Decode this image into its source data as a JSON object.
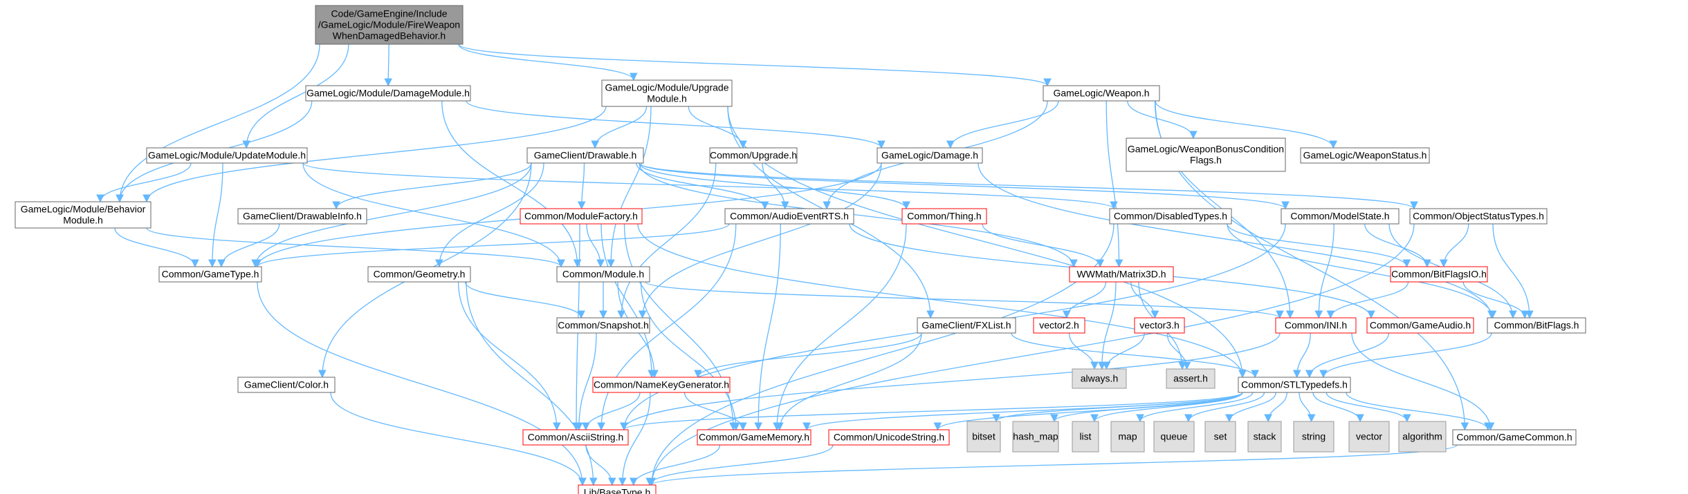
{
  "colors": {
    "edge": "#63b8ff",
    "node_fill": "#ffffff",
    "node_border": "#666666",
    "root_fill": "#999999",
    "root_border": "#666666",
    "stub_fill": "#e0e0e0",
    "stub_border": "#999999",
    "red_border": "#ff0000",
    "text": "#000000"
  },
  "nodes": [
    {
      "id": "root",
      "lines": [
        "Code/GameEngine/Include",
        "/GameLogic/Module/FireWeapon",
        "WhenDamagedBehavior.h"
      ],
      "style": "root"
    },
    {
      "id": "damagemodule",
      "lines": [
        "GameLogic/Module/DamageModule.h"
      ],
      "style": "normal"
    },
    {
      "id": "upgrademodule",
      "lines": [
        "GameLogic/Module/Upgrade",
        "Module.h"
      ],
      "style": "normal"
    },
    {
      "id": "weapon",
      "lines": [
        "GameLogic/Weapon.h"
      ],
      "style": "normal"
    },
    {
      "id": "updatemodule",
      "lines": [
        "GameLogic/Module/UpdateModule.h"
      ],
      "style": "normal"
    },
    {
      "id": "behaviormodule",
      "lines": [
        "GameLogic/Module/Behavior",
        "Module.h"
      ],
      "style": "normal"
    },
    {
      "id": "drawable",
      "lines": [
        "GameClient/Drawable.h"
      ],
      "style": "normal"
    },
    {
      "id": "upgrade",
      "lines": [
        "Common/Upgrade.h"
      ],
      "style": "normal"
    },
    {
      "id": "damage",
      "lines": [
        "GameLogic/Damage.h"
      ],
      "style": "normal"
    },
    {
      "id": "weaponbonus",
      "lines": [
        "GameLogic/WeaponBonusCondition",
        "Flags.h"
      ],
      "style": "normal"
    },
    {
      "id": "weaponstatus",
      "lines": [
        "GameLogic/WeaponStatus.h"
      ],
      "style": "normal"
    },
    {
      "id": "drawableinfo",
      "lines": [
        "GameClient/DrawableInfo.h"
      ],
      "style": "normal"
    },
    {
      "id": "modulefactory",
      "lines": [
        "Common/ModuleFactory.h"
      ],
      "style": "red"
    },
    {
      "id": "audioeventrts",
      "lines": [
        "Common/AudioEventRTS.h"
      ],
      "style": "normal"
    },
    {
      "id": "thing",
      "lines": [
        "Common/Thing.h"
      ],
      "style": "red"
    },
    {
      "id": "disabledtypes",
      "lines": [
        "Common/DisabledTypes.h"
      ],
      "style": "normal"
    },
    {
      "id": "modelstate",
      "lines": [
        "Common/ModelState.h"
      ],
      "style": "normal"
    },
    {
      "id": "objectstatustypes",
      "lines": [
        "Common/ObjectStatusTypes.h"
      ],
      "style": "normal"
    },
    {
      "id": "gametype",
      "lines": [
        "Common/GameType.h"
      ],
      "style": "normal"
    },
    {
      "id": "geometry",
      "lines": [
        "Common/Geometry.h"
      ],
      "style": "normal"
    },
    {
      "id": "module",
      "lines": [
        "Common/Module.h"
      ],
      "style": "normal"
    },
    {
      "id": "matrix3d",
      "lines": [
        "WWMath/Matrix3D.h"
      ],
      "style": "red"
    },
    {
      "id": "bitflagsio",
      "lines": [
        "Common/BitFlagsIO.h"
      ],
      "style": "red"
    },
    {
      "id": "snapshot",
      "lines": [
        "Common/Snapshot.h"
      ],
      "style": "normal"
    },
    {
      "id": "fxlist",
      "lines": [
        "GameClient/FXList.h"
      ],
      "style": "normal"
    },
    {
      "id": "vector2",
      "lines": [
        "vector2.h"
      ],
      "style": "red"
    },
    {
      "id": "vector3",
      "lines": [
        "vector3.h"
      ],
      "style": "red"
    },
    {
      "id": "ini",
      "lines": [
        "Common/INI.h"
      ],
      "style": "red"
    },
    {
      "id": "gameaudio",
      "lines": [
        "Common/GameAudio.h"
      ],
      "style": "red"
    },
    {
      "id": "bitflags",
      "lines": [
        "Common/BitFlags.h"
      ],
      "style": "normal"
    },
    {
      "id": "color",
      "lines": [
        "GameClient/Color.h"
      ],
      "style": "normal"
    },
    {
      "id": "namekeygenerator",
      "lines": [
        "Common/NameKeyGenerator.h"
      ],
      "style": "red"
    },
    {
      "id": "always",
      "lines": [
        "always.h"
      ],
      "style": "stub"
    },
    {
      "id": "assert",
      "lines": [
        "assert.h"
      ],
      "style": "stub"
    },
    {
      "id": "stltypedefs",
      "lines": [
        "Common/STLTypedefs.h"
      ],
      "style": "normal"
    },
    {
      "id": "asciistring",
      "lines": [
        "Common/AsciiString.h"
      ],
      "style": "red"
    },
    {
      "id": "gamememory",
      "lines": [
        "Common/GameMemory.h"
      ],
      "style": "red"
    },
    {
      "id": "unicodestring",
      "lines": [
        "Common/UnicodeString.h"
      ],
      "style": "red"
    },
    {
      "id": "bitset",
      "lines": [
        "bitset"
      ],
      "style": "stub"
    },
    {
      "id": "hash_map",
      "lines": [
        "hash_map"
      ],
      "style": "stub"
    },
    {
      "id": "list",
      "lines": [
        "list"
      ],
      "style": "stub"
    },
    {
      "id": "map",
      "lines": [
        "map"
      ],
      "style": "stub"
    },
    {
      "id": "queue",
      "lines": [
        "queue"
      ],
      "style": "stub"
    },
    {
      "id": "set",
      "lines": [
        "set"
      ],
      "style": "stub"
    },
    {
      "id": "stack",
      "lines": [
        "stack"
      ],
      "style": "stub"
    },
    {
      "id": "string",
      "lines": [
        "string"
      ],
      "style": "stub"
    },
    {
      "id": "vector",
      "lines": [
        "vector"
      ],
      "style": "stub"
    },
    {
      "id": "algorithm",
      "lines": [
        "algorithm"
      ],
      "style": "stub"
    },
    {
      "id": "gamecommon",
      "lines": [
        "Common/GameCommon.h"
      ],
      "style": "normal"
    },
    {
      "id": "basetype",
      "lines": [
        "Lib/BaseType.h"
      ],
      "style": "red"
    }
  ],
  "edges": [
    [
      "root",
      "damagemodule"
    ],
    [
      "root",
      "upgrademodule"
    ],
    [
      "root",
      "weapon"
    ],
    [
      "root",
      "updatemodule"
    ],
    [
      "root",
      "behaviormodule"
    ],
    [
      "damagemodule",
      "behaviormodule"
    ],
    [
      "damagemodule",
      "damage"
    ],
    [
      "damagemodule",
      "module"
    ],
    [
      "upgrademodule",
      "behaviormodule"
    ],
    [
      "upgrademodule",
      "drawable"
    ],
    [
      "upgrademodule",
      "upgrade"
    ],
    [
      "upgrademodule",
      "module"
    ],
    [
      "upgrademodule",
      "stltypedefs"
    ],
    [
      "upgrademodule",
      "fxlist"
    ],
    [
      "weapon",
      "damage"
    ],
    [
      "weapon",
      "audioeventrts"
    ],
    [
      "weapon",
      "matrix3d"
    ],
    [
      "weapon",
      "weaponbonus"
    ],
    [
      "weapon",
      "weaponstatus"
    ],
    [
      "weapon",
      "gamecommon"
    ],
    [
      "weapon",
      "ini"
    ],
    [
      "updatemodule",
      "behaviormodule"
    ],
    [
      "updatemodule",
      "gametype"
    ],
    [
      "updatemodule",
      "module"
    ],
    [
      "updatemodule",
      "disabledtypes"
    ],
    [
      "behaviormodule",
      "gametype"
    ],
    [
      "behaviormodule",
      "module"
    ],
    [
      "drawable",
      "drawableinfo"
    ],
    [
      "drawable",
      "modulefactory"
    ],
    [
      "drawable",
      "audioeventrts"
    ],
    [
      "drawable",
      "thing"
    ],
    [
      "drawable",
      "gametype"
    ],
    [
      "drawable",
      "geometry"
    ],
    [
      "drawable",
      "color"
    ],
    [
      "drawable",
      "modelstate"
    ],
    [
      "drawable",
      "matrix3d"
    ],
    [
      "drawable",
      "objectstatustypes"
    ],
    [
      "upgrade",
      "audioeventrts"
    ],
    [
      "upgrade",
      "snapshot"
    ],
    [
      "damage",
      "gametype"
    ],
    [
      "damage",
      "snapshot"
    ],
    [
      "damage",
      "bitflags"
    ],
    [
      "drawableinfo",
      "gametype"
    ],
    [
      "modulefactory",
      "module"
    ],
    [
      "modulefactory",
      "namekeygenerator"
    ],
    [
      "modulefactory",
      "asciistring"
    ],
    [
      "modulefactory",
      "gamememory"
    ],
    [
      "modulefactory",
      "stltypedefs"
    ],
    [
      "audioeventrts",
      "gametype"
    ],
    [
      "audioeventrts",
      "asciistring"
    ],
    [
      "audioeventrts",
      "gamememory"
    ],
    [
      "audioeventrts",
      "gameaudio"
    ],
    [
      "thing",
      "matrix3d"
    ],
    [
      "thing",
      "gamememory"
    ],
    [
      "disabledtypes",
      "basetype"
    ],
    [
      "disabledtypes",
      "bitflagsio"
    ],
    [
      "disabledtypes",
      "bitflags"
    ],
    [
      "modelstate",
      "bitflagsio"
    ],
    [
      "modelstate",
      "bitflags"
    ],
    [
      "modelstate",
      "ini"
    ],
    [
      "modelstate",
      "asciistring"
    ],
    [
      "objectstatustypes",
      "bitflagsio"
    ],
    [
      "objectstatustypes",
      "bitflags"
    ],
    [
      "objectstatustypes",
      "basetype"
    ],
    [
      "gametype",
      "basetype"
    ],
    [
      "geometry",
      "snapshot"
    ],
    [
      "geometry",
      "asciistring"
    ],
    [
      "geometry",
      "basetype"
    ],
    [
      "module",
      "snapshot"
    ],
    [
      "module",
      "namekeygenerator"
    ],
    [
      "module",
      "gamememory"
    ],
    [
      "module",
      "ini"
    ],
    [
      "matrix3d",
      "vector2"
    ],
    [
      "matrix3d",
      "vector3"
    ],
    [
      "matrix3d",
      "always"
    ],
    [
      "matrix3d",
      "assert"
    ],
    [
      "bitflagsio",
      "bitflags"
    ],
    [
      "bitflagsio",
      "ini"
    ],
    [
      "snapshot",
      "asciistring"
    ],
    [
      "fxlist",
      "namekeygenerator"
    ],
    [
      "fxlist",
      "gamememory"
    ],
    [
      "fxlist",
      "stltypedefs"
    ],
    [
      "vector2",
      "always"
    ],
    [
      "vector3",
      "always"
    ],
    [
      "vector3",
      "assert"
    ],
    [
      "ini",
      "stltypedefs"
    ],
    [
      "ini",
      "gamecommon"
    ],
    [
      "ini",
      "asciistring"
    ],
    [
      "gameaudio",
      "stltypedefs"
    ],
    [
      "bitflags",
      "stltypedefs"
    ],
    [
      "color",
      "basetype"
    ],
    [
      "namekeygenerator",
      "asciistring"
    ],
    [
      "namekeygenerator",
      "gamememory"
    ],
    [
      "namekeygenerator",
      "basetype"
    ],
    [
      "stltypedefs",
      "asciistring"
    ],
    [
      "stltypedefs",
      "gamememory"
    ],
    [
      "stltypedefs",
      "unicodestring"
    ],
    [
      "stltypedefs",
      "bitset"
    ],
    [
      "stltypedefs",
      "hash_map"
    ],
    [
      "stltypedefs",
      "list"
    ],
    [
      "stltypedefs",
      "map"
    ],
    [
      "stltypedefs",
      "queue"
    ],
    [
      "stltypedefs",
      "set"
    ],
    [
      "stltypedefs",
      "stack"
    ],
    [
      "stltypedefs",
      "string"
    ],
    [
      "stltypedefs",
      "vector"
    ],
    [
      "stltypedefs",
      "algorithm"
    ],
    [
      "stltypedefs",
      "gamecommon"
    ],
    [
      "asciistring",
      "basetype"
    ],
    [
      "gamememory",
      "basetype"
    ],
    [
      "unicodestring",
      "basetype"
    ],
    [
      "gamecommon",
      "basetype"
    ]
  ]
}
